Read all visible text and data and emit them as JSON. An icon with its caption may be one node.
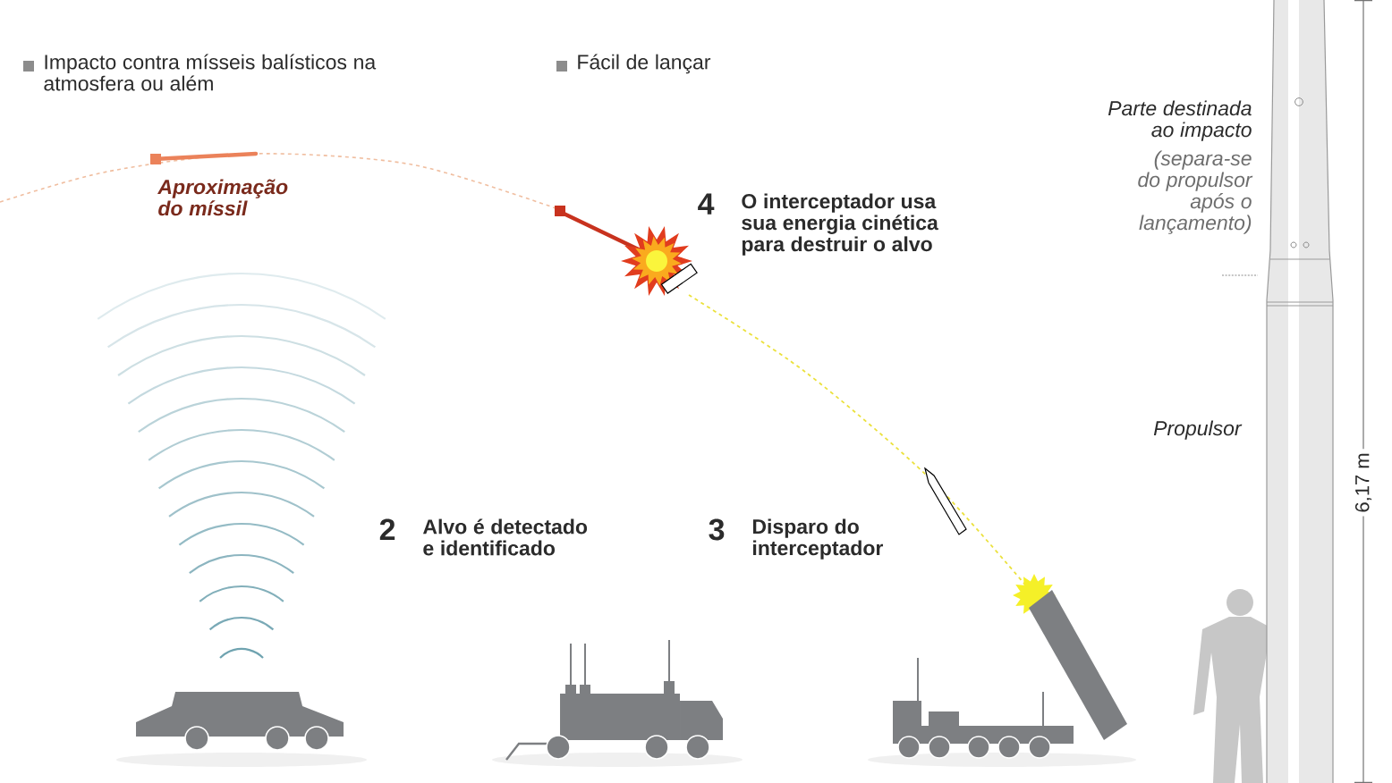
{
  "diagram": {
    "labels": [
      "Impacto contra mísseis balísticos na atmosfera ou além",
      "Fácil de lançar",
      "Aproximação do míssil",
      "4",
      "O interceptador usa sua energia cinética para destruir o alvo",
      "Parte destinada ao impacto",
      "(separa-se do propulsor após o lançamento)",
      "6,17 m",
      "Propulsor",
      "2",
      "Alvo é detectado e identificado",
      "3",
      "Disparo do interceptador"
    ]
  }
}
